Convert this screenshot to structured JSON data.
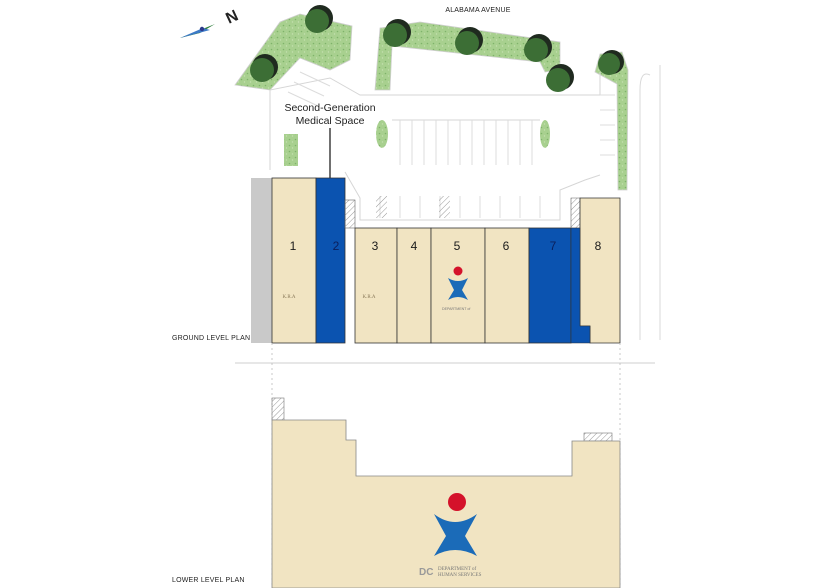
{
  "street_label": "ALABAMA AVENUE",
  "callout": {
    "line1": "Second-Generation",
    "line2": "Medical Space"
  },
  "ground_label": "GROUND LEVEL PLAN",
  "lower_label": "LOWER LEVEL PLAN",
  "north_letter": "N",
  "units": [
    {
      "number": "1",
      "status": "tenant"
    },
    {
      "number": "2",
      "status": "available"
    },
    {
      "number": "3",
      "status": "tenant"
    },
    {
      "number": "4",
      "status": "tenant"
    },
    {
      "number": "5",
      "status": "tenant"
    },
    {
      "number": "6",
      "status": "tenant"
    },
    {
      "number": "7",
      "status": "available"
    },
    {
      "number": "8",
      "status": "tenant"
    }
  ],
  "tenant_logo_kra": "K.R.A",
  "dhs_logo": {
    "dc": "DC",
    "line1": "DEPARTMENT of",
    "line2": "HUMAN SERVICES"
  },
  "colors": {
    "tenant_space": "#f1e4c2",
    "available_space": "#0b53b0",
    "landscape": "#9cc985",
    "tree": "#2f5f2c",
    "adjacent_building": "#c9c9c9",
    "dhs_red": "#d4122a",
    "dhs_blue": "#1b6bb8"
  }
}
